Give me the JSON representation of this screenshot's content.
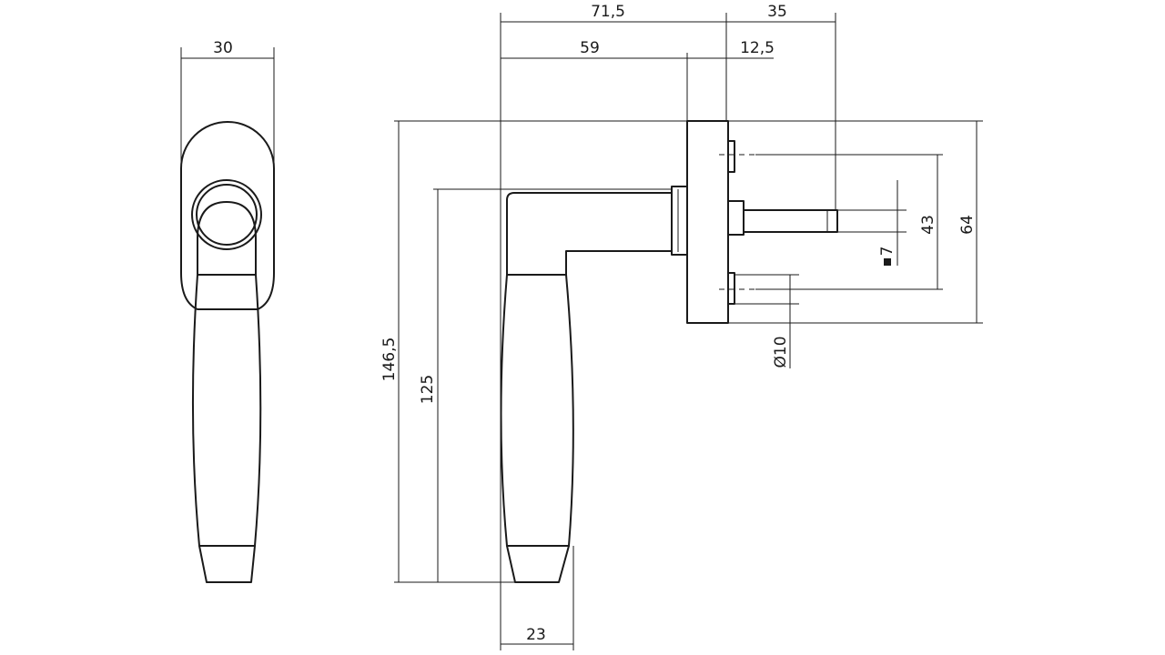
{
  "dimensions": {
    "front_width": "30",
    "total_depth": "71,5",
    "spindle_length": "35",
    "handle_reach": "59",
    "rosette_thickness": "12,5",
    "total_height": "146,5",
    "lever_height": "125",
    "grip_thickness": "23",
    "screw_spacing": "43",
    "rosette_height": "64",
    "spindle_square": "7",
    "screw_diameter": "Ø10"
  },
  "colors": {
    "line": "#1a1a1a",
    "background": "#ffffff"
  }
}
